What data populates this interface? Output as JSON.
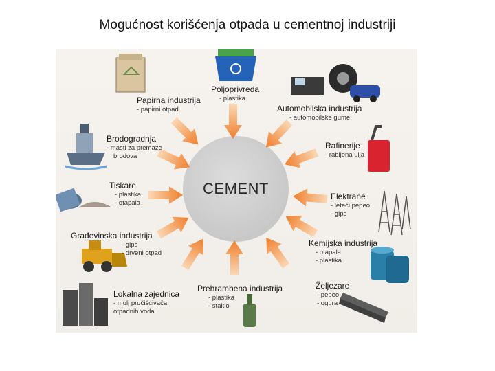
{
  "title": "Mogućnost korišćenja otpada u cementnoj industriji",
  "center": "CEMENT",
  "sources": [
    {
      "name": "Papirna industrija",
      "items": [
        "- papirni otpad"
      ]
    },
    {
      "name": "Poljoprivreda",
      "items": [
        "- plastika"
      ]
    },
    {
      "name": "Automobilska industrija",
      "items": [
        "- automobilske gume"
      ]
    },
    {
      "name": "Brodogradnja",
      "items": [
        "- masti za premaze",
        "brodova"
      ]
    },
    {
      "name": "Rafinerije",
      "items": [
        "- rabljena ulja"
      ]
    },
    {
      "name": "Tiskare",
      "items": [
        "- plastika",
        "- otapala"
      ]
    },
    {
      "name": "Elektrane",
      "items": [
        "- leteći pepeo",
        "- gips"
      ]
    },
    {
      "name": "Građevinska industrija",
      "items": [
        "- gips",
        "- drveni otpad"
      ]
    },
    {
      "name": "Kemijska industrija",
      "items": [
        "- otapala",
        "- plastika"
      ]
    },
    {
      "name": "Lokalna zajednica",
      "items": [
        "- mulj pročišćivača",
        "otpadnih voda"
      ]
    },
    {
      "name": "Prehrambena industrija",
      "items": [
        "- plastika",
        "- staklo"
      ]
    },
    {
      "name": "Željezare",
      "items": [
        "- pepeo",
        "- ogura"
      ]
    }
  ],
  "colors": {
    "arrow": "#f08a3c",
    "circle": "#cfcfcf",
    "panel": "#f3efea"
  }
}
